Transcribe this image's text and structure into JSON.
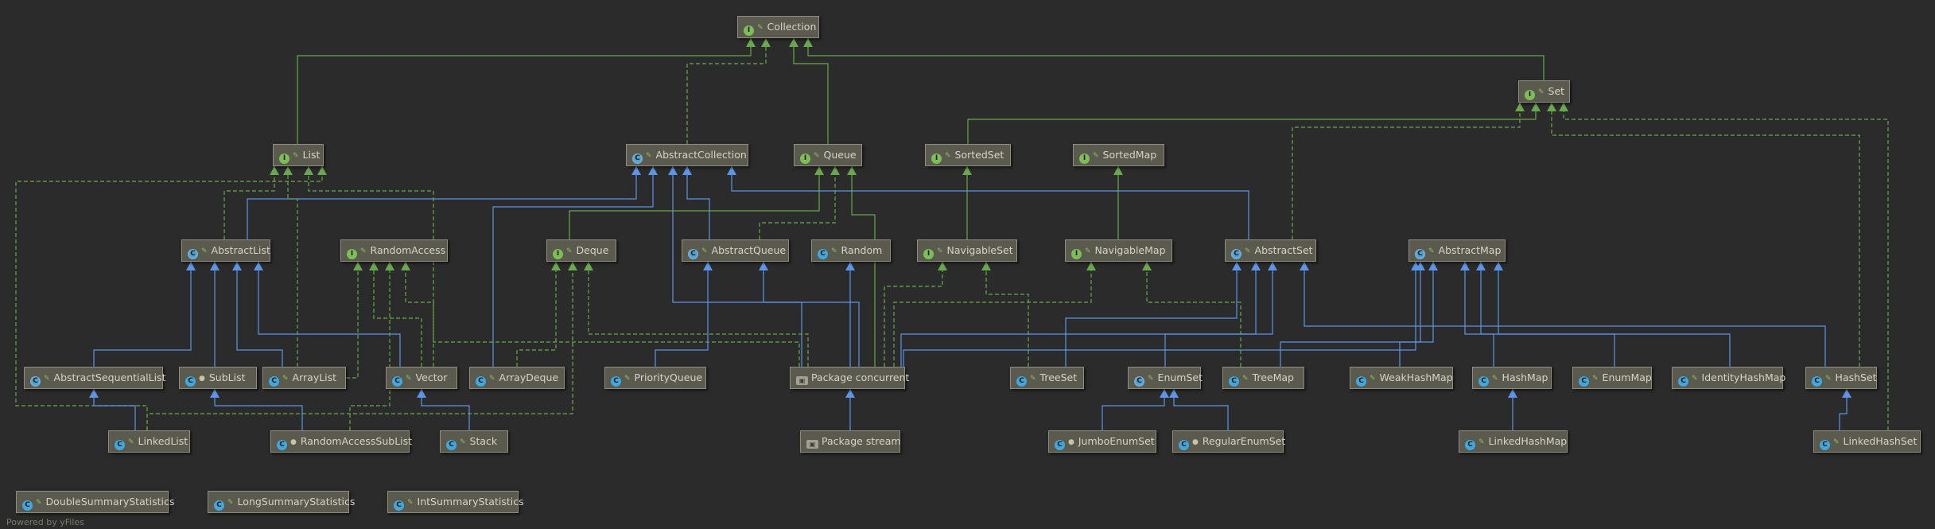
{
  "footer": "Powered by yFiles",
  "colors": {
    "background": "#2b2b2b",
    "extends": "#5c94e8",
    "implements": "#6aa84f",
    "node_fill": "#5b5a4e",
    "node_border": "#8e8c7c"
  },
  "nodes": [
    {
      "id": "collection",
      "label": "Collection",
      "kind": "interface"
    },
    {
      "id": "set",
      "label": "Set",
      "kind": "interface"
    },
    {
      "id": "list",
      "label": "List",
      "kind": "interface"
    },
    {
      "id": "abstractcollection",
      "label": "AbstractCollection",
      "kind": "abstract"
    },
    {
      "id": "queue",
      "label": "Queue",
      "kind": "interface"
    },
    {
      "id": "sortedset",
      "label": "SortedSet",
      "kind": "interface"
    },
    {
      "id": "sortedmap",
      "label": "SortedMap",
      "kind": "interface"
    },
    {
      "id": "abstractlist",
      "label": "AbstractList",
      "kind": "abstract"
    },
    {
      "id": "randomaccess",
      "label": "RandomAccess",
      "kind": "interface"
    },
    {
      "id": "deque",
      "label": "Deque",
      "kind": "interface"
    },
    {
      "id": "abstractqueue",
      "label": "AbstractQueue",
      "kind": "abstract"
    },
    {
      "id": "random",
      "label": "Random",
      "kind": "class"
    },
    {
      "id": "navigableset",
      "label": "NavigableSet",
      "kind": "interface"
    },
    {
      "id": "navigablemap",
      "label": "NavigableMap",
      "kind": "interface"
    },
    {
      "id": "abstractset",
      "label": "AbstractSet",
      "kind": "abstract"
    },
    {
      "id": "abstractmap",
      "label": "AbstractMap",
      "kind": "abstract"
    },
    {
      "id": "abstractsequentiallist",
      "label": "AbstractSequentialList",
      "kind": "abstract"
    },
    {
      "id": "sublist",
      "label": "SubList",
      "kind": "class",
      "mod": "lock"
    },
    {
      "id": "arraylist",
      "label": "ArrayList",
      "kind": "class"
    },
    {
      "id": "vector",
      "label": "Vector",
      "kind": "class"
    },
    {
      "id": "arraydeque",
      "label": "ArrayDeque",
      "kind": "class"
    },
    {
      "id": "priorityqueue",
      "label": "PriorityQueue",
      "kind": "class"
    },
    {
      "id": "pkgconcurrent",
      "label": "Package concurrent",
      "kind": "package"
    },
    {
      "id": "treeset",
      "label": "TreeSet",
      "kind": "class"
    },
    {
      "id": "enumset",
      "label": "EnumSet",
      "kind": "abstract"
    },
    {
      "id": "treemap",
      "label": "TreeMap",
      "kind": "class"
    },
    {
      "id": "weakhashmap",
      "label": "WeakHashMap",
      "kind": "class"
    },
    {
      "id": "hashmap",
      "label": "HashMap",
      "kind": "class"
    },
    {
      "id": "enummap",
      "label": "EnumMap",
      "kind": "class"
    },
    {
      "id": "identityhashmap",
      "label": "IdentityHashMap",
      "kind": "class"
    },
    {
      "id": "hashset",
      "label": "HashSet",
      "kind": "class"
    },
    {
      "id": "linkedlist",
      "label": "LinkedList",
      "kind": "class"
    },
    {
      "id": "randomaccesssublist",
      "label": "RandomAccessSubList",
      "kind": "class",
      "mod": "lock"
    },
    {
      "id": "stack",
      "label": "Stack",
      "kind": "class"
    },
    {
      "id": "pkgstream",
      "label": "Package stream",
      "kind": "package"
    },
    {
      "id": "jumboenumset",
      "label": "JumboEnumSet",
      "kind": "class",
      "mod": "lock"
    },
    {
      "id": "regularenumset",
      "label": "RegularEnumSet",
      "kind": "class",
      "mod": "lock"
    },
    {
      "id": "linkedhashmap",
      "label": "LinkedHashMap",
      "kind": "class"
    },
    {
      "id": "linkedhashset",
      "label": "LinkedHashSet",
      "kind": "class"
    },
    {
      "id": "doublesummarystatistics",
      "label": "DoubleSummaryStatistics",
      "kind": "class"
    },
    {
      "id": "longsummarystatistics",
      "label": "LongSummaryStatistics",
      "kind": "class"
    },
    {
      "id": "intsummarystatistics",
      "label": "IntSummaryStatistics",
      "kind": "class"
    }
  ],
  "edges": [
    {
      "from": "list",
      "to": "collection",
      "type": "extends"
    },
    {
      "from": "abstractcollection",
      "to": "collection",
      "type": "implements"
    },
    {
      "from": "queue",
      "to": "collection",
      "type": "extends"
    },
    {
      "from": "set",
      "to": "collection",
      "type": "extends"
    },
    {
      "from": "sortedset",
      "to": "set",
      "type": "extends"
    },
    {
      "from": "abstractset",
      "to": "set",
      "type": "implements"
    },
    {
      "from": "hashset",
      "to": "set",
      "type": "implements"
    },
    {
      "from": "linkedhashset",
      "to": "set",
      "type": "implements"
    },
    {
      "from": "abstractlist",
      "to": "abstractcollection",
      "type": "inherits"
    },
    {
      "from": "arraydeque",
      "to": "abstractcollection",
      "type": "inherits"
    },
    {
      "from": "abstractqueue",
      "to": "abstractcollection",
      "type": "inherits"
    },
    {
      "from": "abstractset",
      "to": "abstractcollection",
      "type": "inherits"
    },
    {
      "from": "pkgconcurrent",
      "to": "abstractcollection",
      "type": "inherits"
    },
    {
      "from": "abstractlist",
      "to": "list",
      "type": "implements"
    },
    {
      "from": "arraylist",
      "to": "list",
      "type": "implements"
    },
    {
      "from": "vector",
      "to": "list",
      "type": "implements"
    },
    {
      "from": "linkedlist",
      "to": "list",
      "type": "implements"
    },
    {
      "from": "deque",
      "to": "queue",
      "type": "extends"
    },
    {
      "from": "abstractqueue",
      "to": "queue",
      "type": "implements"
    },
    {
      "from": "pkgconcurrent",
      "to": "queue",
      "type": "extends"
    },
    {
      "from": "navigableset",
      "to": "sortedset",
      "type": "extends"
    },
    {
      "from": "navigablemap",
      "to": "sortedmap",
      "type": "extends"
    },
    {
      "from": "abstractsequentiallist",
      "to": "abstractlist",
      "type": "inherits"
    },
    {
      "from": "sublist",
      "to": "abstractlist",
      "type": "inherits"
    },
    {
      "from": "arraylist",
      "to": "abstractlist",
      "type": "inherits"
    },
    {
      "from": "vector",
      "to": "abstractlist",
      "type": "inherits"
    },
    {
      "from": "arraylist",
      "to": "randomaccess",
      "type": "implements"
    },
    {
      "from": "vector",
      "to": "randomaccess",
      "type": "implements"
    },
    {
      "from": "randomaccesssublist",
      "to": "randomaccess",
      "type": "implements"
    },
    {
      "from": "pkgconcurrent",
      "to": "randomaccess",
      "type": "implements"
    },
    {
      "from": "arraydeque",
      "to": "deque",
      "type": "implements"
    },
    {
      "from": "linkedlist",
      "to": "deque",
      "type": "implements"
    },
    {
      "from": "pkgconcurrent",
      "to": "deque",
      "type": "implements"
    },
    {
      "from": "priorityqueue",
      "to": "abstractqueue",
      "type": "inherits"
    },
    {
      "from": "pkgconcurrent",
      "to": "abstractqueue",
      "type": "inherits"
    },
    {
      "from": "pkgconcurrent",
      "to": "random",
      "type": "inherits"
    },
    {
      "from": "treeset",
      "to": "navigableset",
      "type": "implements"
    },
    {
      "from": "pkgconcurrent",
      "to": "navigableset",
      "type": "implements"
    },
    {
      "from": "treemap",
      "to": "navigablemap",
      "type": "implements"
    },
    {
      "from": "pkgconcurrent",
      "to": "navigablemap",
      "type": "implements"
    },
    {
      "from": "treeset",
      "to": "abstractset",
      "type": "inherits"
    },
    {
      "from": "enumset",
      "to": "abstractset",
      "type": "inherits"
    },
    {
      "from": "hashset",
      "to": "abstractset",
      "type": "inherits"
    },
    {
      "from": "pkgconcurrent",
      "to": "abstractset",
      "type": "inherits"
    },
    {
      "from": "treemap",
      "to": "abstractmap",
      "type": "inherits"
    },
    {
      "from": "weakhashmap",
      "to": "abstractmap",
      "type": "inherits"
    },
    {
      "from": "hashmap",
      "to": "abstractmap",
      "type": "inherits"
    },
    {
      "from": "enummap",
      "to": "abstractmap",
      "type": "inherits"
    },
    {
      "from": "identityhashmap",
      "to": "abstractmap",
      "type": "inherits"
    },
    {
      "from": "pkgconcurrent",
      "to": "abstractmap",
      "type": "inherits"
    },
    {
      "from": "linkedlist",
      "to": "abstractsequentiallist",
      "type": "inherits"
    },
    {
      "from": "randomaccesssublist",
      "to": "sublist",
      "type": "inherits"
    },
    {
      "from": "stack",
      "to": "vector",
      "type": "inherits"
    },
    {
      "from": "pkgstream",
      "to": "pkgconcurrent",
      "type": "inherits"
    },
    {
      "from": "jumboenumset",
      "to": "enumset",
      "type": "inherits"
    },
    {
      "from": "regularenumset",
      "to": "enumset",
      "type": "inherits"
    },
    {
      "from": "linkedhashmap",
      "to": "hashmap",
      "type": "inherits"
    },
    {
      "from": "linkedhashset",
      "to": "hashset",
      "type": "inherits"
    }
  ]
}
